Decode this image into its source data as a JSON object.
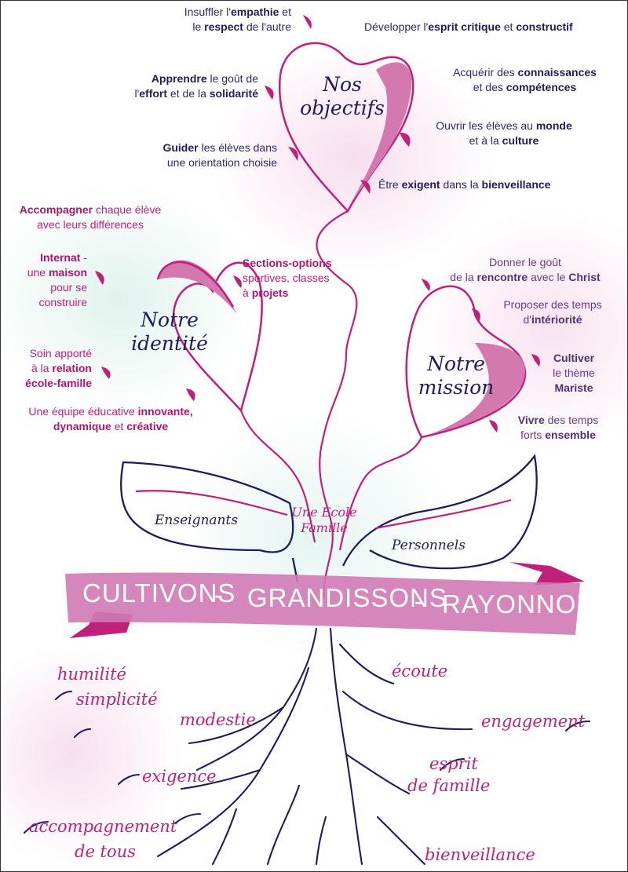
{
  "objectifs": {
    "title_line1": "Nos",
    "title_line2": "objectifs",
    "items": [
      {
        "pre": "Insuffler l'",
        "b1": "empathie",
        "mid": " et",
        "br": true,
        "pre2": "le ",
        "b2": "respect",
        "post": " de l'autre"
      },
      {
        "pre": "Développer l'",
        "b1": "esprit critique",
        "mid": " et ",
        "b2": "constructif"
      },
      {
        "pre": "Acquérir des ",
        "b1": "connaissances",
        "br_text": "et des ",
        "b2": "compétences"
      },
      {
        "b1": "Apprendre",
        "mid": " le goût de",
        "br_text": "l'",
        "b2": "effort",
        "mid2": " et de la ",
        "b3": "solidarité"
      },
      {
        "pre": "Ouvrir les élèves au ",
        "b1": "monde",
        "br_text": "et à la ",
        "b2": "culture"
      },
      {
        "b1": "Guider",
        "mid": " les élèves dans",
        "br_text": "une orientation choisie"
      },
      {
        "pre": "Être ",
        "b1": "exigent",
        "mid": " dans la ",
        "b2": "bienveillance"
      }
    ]
  },
  "identite": {
    "title_line1": "Notre",
    "title_line2": "identité",
    "items": [
      {
        "b1": "Accompagner",
        "mid": " chaque élève",
        "br_text": "avec leurs différences"
      },
      {
        "b1": "Internat",
        "mid": " -",
        "l2": "une ",
        "b2": "maison",
        "l3": "pour se",
        "l4": "construire"
      },
      {
        "b1": "Sections-options",
        "l2": "sportives, classes",
        "l3": "à ",
        "b2": "projets"
      },
      {
        "l1": "Soin apporté",
        "l2": "à la ",
        "b2": "relation",
        "b3": "école-famille"
      },
      {
        "pre": "Une équipe éducative ",
        "b1": "innovante,",
        "b2": "dynamique",
        "mid": " et ",
        "b3": "créative"
      }
    ]
  },
  "mission": {
    "title_line1": "Notre",
    "title_line2": "mission",
    "items": [
      {
        "l1": "Donner le goût",
        "pre": "de la ",
        "b1": "rencontre",
        "mid": " avec le ",
        "b2": "Christ"
      },
      {
        "l1": "Proposer des temps",
        "pre": "d'",
        "b1": "intériorité"
      },
      {
        "b1": "Cultiver",
        "l2": "le thème",
        "b2": "Mariste"
      },
      {
        "b1": "Vivre",
        "mid": " des temps",
        "pre2": "forts ",
        "b2": "ensemble"
      }
    ]
  },
  "leaves": {
    "left": "Enseignants",
    "right": "Personnels",
    "center_line1": "Une Ecole",
    "center_line2": "Famille"
  },
  "banner": {
    "words": [
      "CULTIVONS",
      "-",
      "GRANDISSONS",
      "-",
      "RAYONNONS"
    ]
  },
  "values": {
    "left": [
      "humilité",
      "simplicité",
      "modestie",
      "exigence",
      "accompagnement",
      "de tous"
    ],
    "right": [
      "écoute",
      "engagement",
      "esprit",
      "de famille",
      "bienveillance"
    ]
  },
  "colors": {
    "navy": "#1d1d5c",
    "magenta": "#c0207a",
    "purple": "#6a3a8c",
    "banner": "#d07ab4"
  }
}
